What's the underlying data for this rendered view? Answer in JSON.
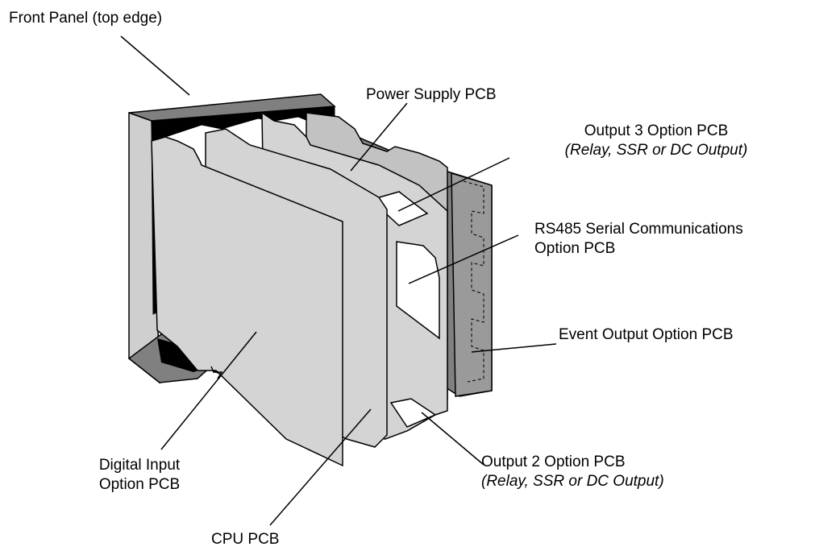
{
  "labels": {
    "front_panel": "Front Panel (top edge)",
    "power_supply": "Power Supply PCB",
    "output3_title": "Output 3 Option PCB",
    "output3_sub": "(Relay, SSR or DC Output)",
    "rs485_line1": "RS485 Serial Communications",
    "rs485_line2": "Option PCB",
    "event_output": "Event Output Option PCB",
    "output2_title": "Output 2 Option PCB",
    "output2_sub": "(Relay, SSR or DC Output)",
    "digital_line1": "Digital Input",
    "digital_line2": "Option PCB",
    "cpu": "CPU PCB"
  },
  "colors": {
    "outline": "#000000",
    "frame_dark": "#808080",
    "frame_light": "#cfcfcf",
    "frame_black": "#000000",
    "board": "#d4d4d4",
    "board_back": "#a6a6a6",
    "cutout": "#ffffff"
  }
}
